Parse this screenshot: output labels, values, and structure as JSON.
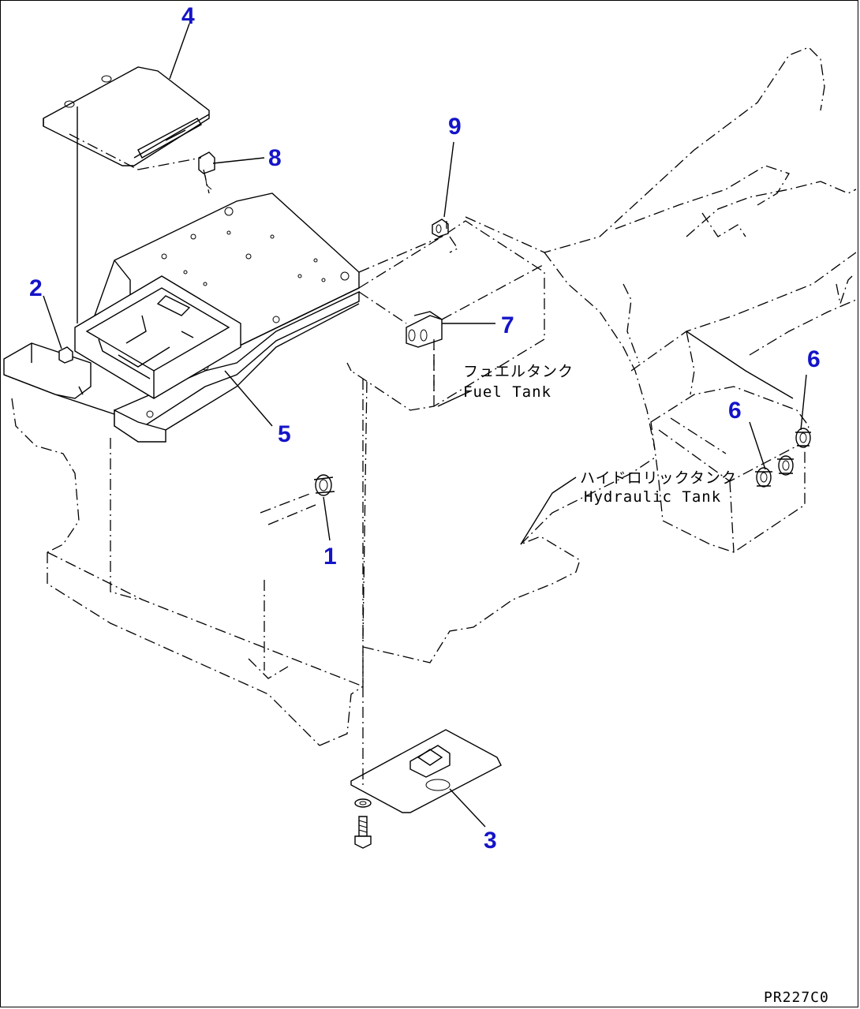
{
  "callouts": {
    "c1": "1",
    "c2": "2",
    "c3": "3",
    "c4": "4",
    "c5": "5",
    "c6a": "6",
    "c6b": "6",
    "c7": "7",
    "c8": "8",
    "c9": "9"
  },
  "labels": {
    "fuel_tank_jp": "フュエルタンク",
    "fuel_tank_en": "Fuel Tank",
    "hydraulic_tank_jp": "ハイドロリックタンク",
    "hydraulic_tank_en": "Hydraulic Tank"
  },
  "drawing_code": "PR227C0",
  "colors": {
    "callout": "#1414c8",
    "line": "#000000",
    "background": "#ffffff"
  }
}
